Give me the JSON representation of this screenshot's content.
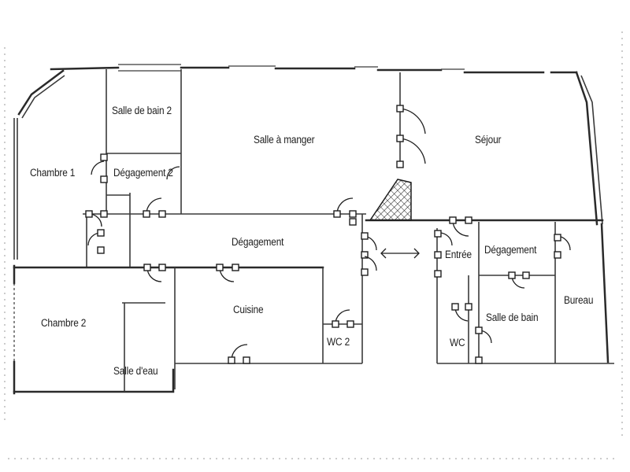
{
  "plan": {
    "rooms": {
      "salle_de_bain_2": "Salle de bain 2",
      "salle_a_manger": "Salle à manger",
      "sejour": "Séjour",
      "chambre_1": "Chambre 1",
      "degagement_2": "Dégagement 2",
      "degagement": "Dégagement",
      "entree": "Entrée",
      "degagement_droite": "Dégagement",
      "bureau": "Bureau",
      "chambre_2": "Chambre 2",
      "cuisine": "Cuisine",
      "wc_2": "WC 2",
      "salle_de_bain": "Salle de bain",
      "wc": "WC",
      "salle_d_eau": "Salle d'eau"
    },
    "colors": {
      "walls": "#2a2a2a",
      "background": "#ffffff",
      "labels": "#1f1f1f"
    }
  }
}
